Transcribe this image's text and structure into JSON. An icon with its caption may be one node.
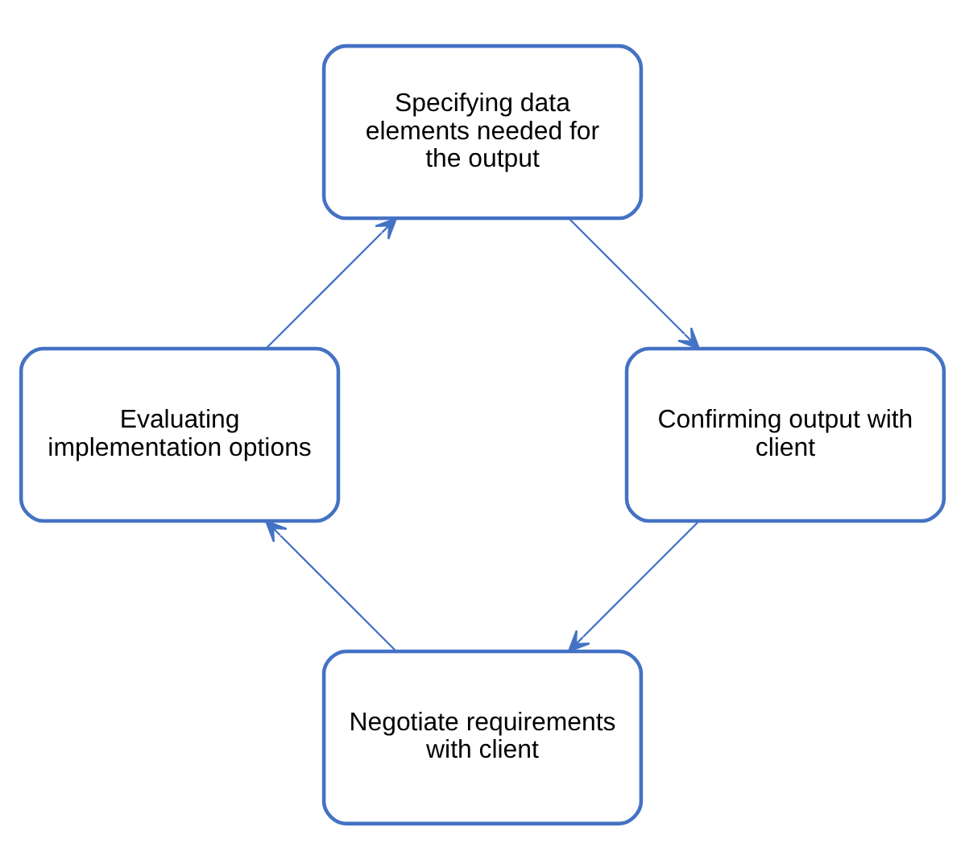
{
  "diagram": {
    "nodes": [
      {
        "text": [
          "Negotiate requirements with client"
        ]
      },
      {
        "text": [
          "Confirming output with client"
        ]
      },
      {
        "text": [
          "Evaluating implementation options"
        ]
      },
      {
        "text": [
          "Specifying data elements needed for the output"
        ]
      }
    ],
    "edges": [
      {
        "from": 0,
        "to": 2,
        "arrow": "to"
      },
      {
        "from": 2,
        "to": 3,
        "arrow": "to"
      },
      {
        "from": 3,
        "to": 1,
        "arrow": "to"
      },
      {
        "from": 1,
        "to": 0,
        "arrow": "to"
      }
    ]
  }
}
